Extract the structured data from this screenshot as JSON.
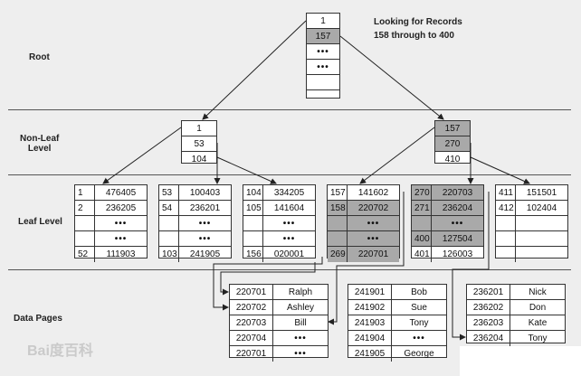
{
  "labels": {
    "root": "Root",
    "nonleaf": "Non-Leaf\nLevel",
    "leaf": "Leaf Level",
    "data": "Data Pages"
  },
  "title": "Looking for Records\n158 through to 400",
  "watermark": "Bai度百科",
  "root_page": [
    "1",
    "157",
    "•••",
    "•••",
    "",
    ""
  ],
  "root_highlight": [
    1
  ],
  "nonleaf_pages": [
    {
      "rows": [
        "1",
        "53",
        "104"
      ],
      "highlight": []
    },
    {
      "rows": [
        "157",
        "270",
        "410"
      ],
      "highlight": [
        0,
        1
      ]
    }
  ],
  "leaf_pages": [
    {
      "rows": [
        [
          "1",
          "476405"
        ],
        [
          "2",
          "236205"
        ],
        [
          "",
          "•••"
        ],
        [
          "",
          "•••"
        ],
        [
          "52",
          "111903"
        ]
      ],
      "highlight": []
    },
    {
      "rows": [
        [
          "53",
          "100403"
        ],
        [
          "54",
          "236201"
        ],
        [
          "",
          "•••"
        ],
        [
          "",
          "•••"
        ],
        [
          "103",
          "241905"
        ]
      ],
      "highlight": []
    },
    {
      "rows": [
        [
          "104",
          "334205"
        ],
        [
          "105",
          "141604"
        ],
        [
          "",
          "•••"
        ],
        [
          "",
          "•••"
        ],
        [
          "156",
          "020001"
        ]
      ],
      "highlight": []
    },
    {
      "rows": [
        [
          "157",
          "141602"
        ],
        [
          "158",
          "220702"
        ],
        [
          "",
          "•••"
        ],
        [
          "",
          "•••"
        ],
        [
          "269",
          "220701"
        ]
      ],
      "highlight": [
        1,
        2,
        3,
        4
      ]
    },
    {
      "rows": [
        [
          "270",
          "220703"
        ],
        [
          "271",
          "236204"
        ],
        [
          "",
          "•••"
        ],
        [
          "400",
          "127504"
        ],
        [
          "401",
          "126003"
        ]
      ],
      "highlight": [
        0,
        1,
        2,
        3
      ]
    },
    {
      "rows": [
        [
          "411",
          "151501"
        ],
        [
          "412",
          "102404"
        ],
        [
          "",
          ""
        ],
        [
          "",
          ""
        ],
        [
          "",
          ""
        ]
      ],
      "highlight": []
    }
  ],
  "data_pages": [
    {
      "rows": [
        [
          "220701",
          "Ralph"
        ],
        [
          "220702",
          "Ashley"
        ],
        [
          "220703",
          "Bill"
        ],
        [
          "220704",
          "•••"
        ],
        [
          "220701",
          "•••"
        ]
      ]
    },
    {
      "rows": [
        [
          "241901",
          "Bob"
        ],
        [
          "241902",
          "Sue"
        ],
        [
          "241903",
          "Tony"
        ],
        [
          "241904",
          "•••"
        ],
        [
          "241905",
          "George"
        ]
      ]
    },
    {
      "rows": [
        [
          "236201",
          "Nick"
        ],
        [
          "236202",
          "Don"
        ],
        [
          "236203",
          "Kate"
        ],
        [
          "236204",
          "Tony"
        ]
      ]
    }
  ]
}
